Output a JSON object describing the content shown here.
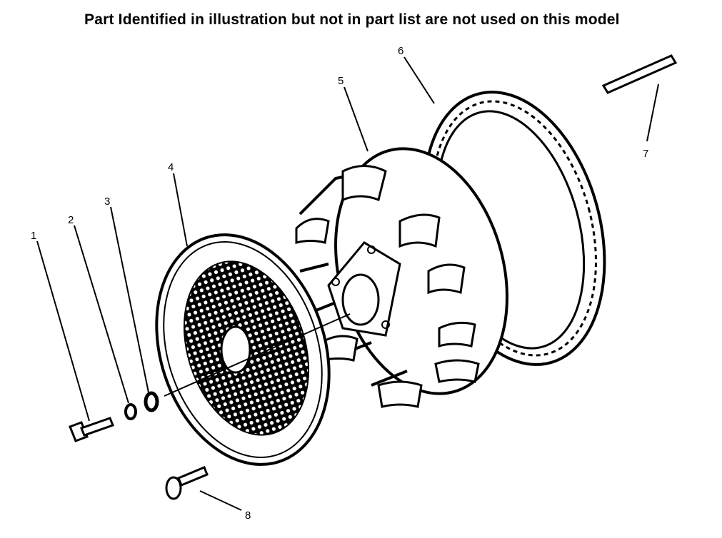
{
  "title": "Part Identified in illustration but not in part list are not used on this model",
  "callouts": [
    "1",
    "2",
    "3",
    "4",
    "5",
    "6",
    "7",
    "8"
  ]
}
